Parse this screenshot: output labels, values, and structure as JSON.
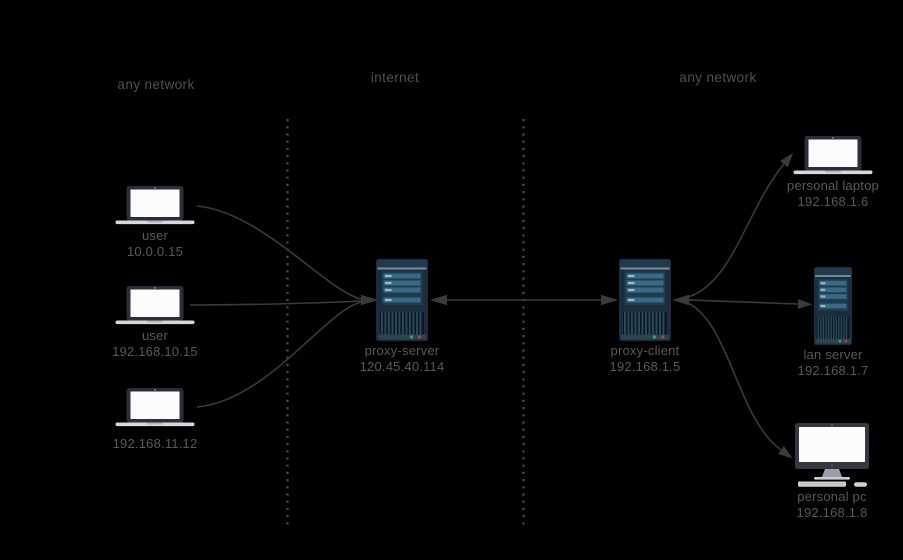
{
  "zones": [
    {
      "label": "any network"
    },
    {
      "label": "internet"
    },
    {
      "label": "any network"
    }
  ],
  "nodes": {
    "user1": {
      "label": "user",
      "ip": "10.0.0.15"
    },
    "user2": {
      "label": "user",
      "ip": "192.168.10.15"
    },
    "user3": {
      "ip": "192.168.11.12"
    },
    "proxy_server": {
      "label": "proxy-server",
      "ip": "120.45.40.114"
    },
    "proxy_client": {
      "label": "proxy-client",
      "ip": "192.168.1.5"
    },
    "personal_laptop": {
      "label": "personal laptop",
      "ip": "192.168.1.6"
    },
    "lan_server": {
      "label": "lan server",
      "ip": "192.168.1.7"
    },
    "personal_pc": {
      "label": "personal pc",
      "ip": "192.168.1.8"
    }
  },
  "colors": {
    "background": "#000000",
    "zone_label_text": "#4f5052",
    "node_label_text": "#595959",
    "edge_line": "#3b3b3b",
    "divider_dots": "#4d4d4d",
    "server_body": "#1c2e3d",
    "server_panel": "#1f3c4e",
    "server_bar": "#376a85",
    "server_bar_accent": "#9fb9c6",
    "server_top_strip": "#76909f",
    "server_vent_dark": "#0c1722",
    "server_vent_stripe": "#2b4a5a",
    "led_green": "#3f9e63",
    "led_red": "#a8434c",
    "laptop_frame": "#2a2e3a",
    "screen_white": "#fcfcfd",
    "laptop_base": "#d6d8d9",
    "pc_frame": "#343841",
    "pc_stand": "#9aa0a8",
    "pc_peripherals": "#ced2d6"
  }
}
